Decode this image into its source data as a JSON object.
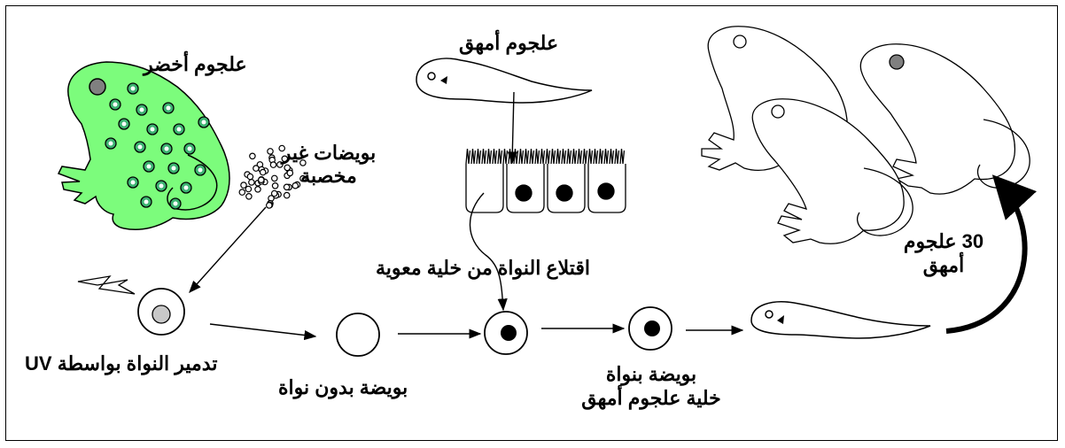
{
  "labels": {
    "green_frog": "علجوم أخضر",
    "unfertilized_eggs_line1": "بويضات غير",
    "unfertilized_eggs_line2": "مخصبة",
    "albino_tadpole": "علجوم أمهق",
    "nucleus_extraction": "اقتلاع النواة من خلية معوية",
    "uv_destruction_prefix": "تدمير النواة بواسطة",
    "uv_destruction_uv": "UV",
    "enucleated_egg": "بويضة بدون نواة",
    "nucleated_egg_line1": "بويضة بنواة",
    "nucleated_egg_line2": "خلية علجوم أمهق",
    "albino_frogs_line1": "30 علجوم",
    "albino_frogs_line2": "أمهق"
  },
  "colors": {
    "green_frog_fill": "#7CFC7C",
    "spot_fill": "#3CB371",
    "outline": "#000000",
    "nucleus_gray": "#c8c8c8"
  }
}
